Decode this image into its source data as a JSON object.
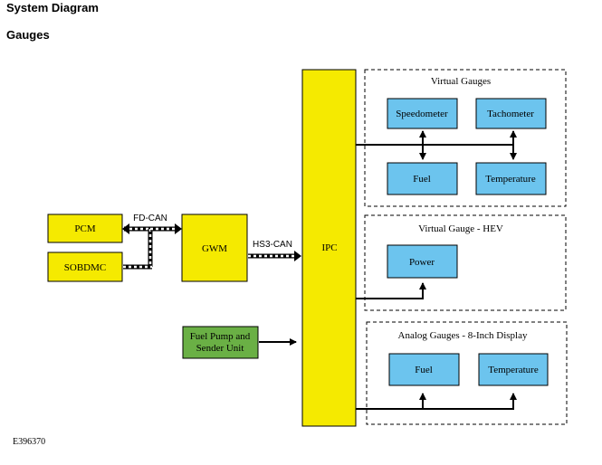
{
  "header": {
    "title": "System Diagram",
    "subtitle": "Gauges"
  },
  "colors": {
    "module_fill": "#f5ea00",
    "gauge_fill": "#6cc4ee",
    "sensor_fill": "#6ab045",
    "line": "#000000",
    "dashed_group": "#000000"
  },
  "nodes": {
    "pcm": "PCM",
    "sobdmc": "SOBDMC",
    "gwm": "GWM",
    "ipc": "IPC",
    "fuel_pump_line1": "Fuel Pump and",
    "fuel_pump_line2": "Sender Unit",
    "speedometer": "Speedometer",
    "tachometer": "Tachometer",
    "virtual_fuel": "Fuel",
    "virtual_temperature": "Temperature",
    "power": "Power",
    "analog_fuel": "Fuel",
    "analog_temperature": "Temperature"
  },
  "buses": {
    "fd_can": "FD-CAN",
    "hs3_can": "HS3-CAN"
  },
  "groups": {
    "virtual_gauges": "Virtual Gauges",
    "virtual_gauge_hev": "Virtual Gauge - HEV",
    "analog_gauges": "Analog Gauges - 8-Inch Display"
  },
  "figure_id": "E396370"
}
